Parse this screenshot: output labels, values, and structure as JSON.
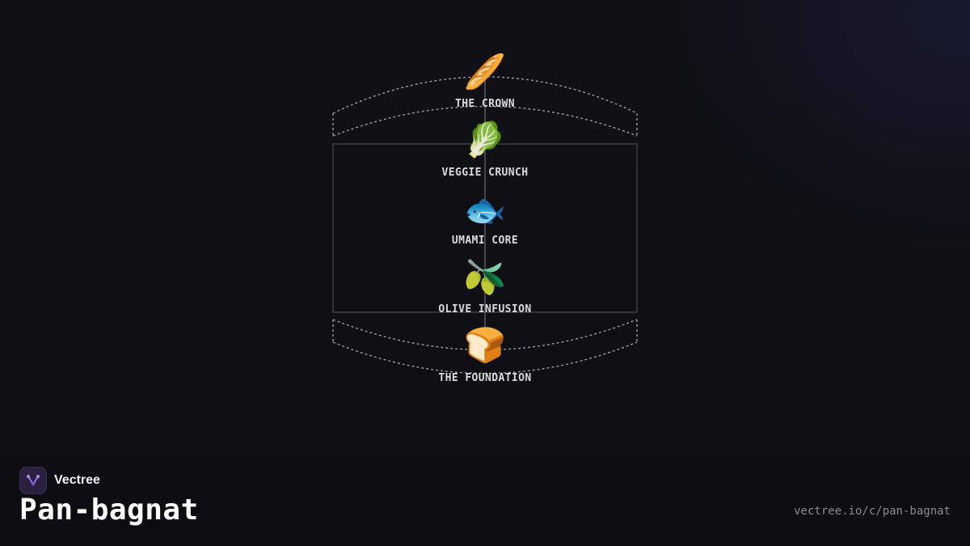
{
  "brand": {
    "name": "Vectree",
    "icon": "vectree-logo-icon",
    "accent": "#8b5cf6"
  },
  "title": "Pan-bagnat",
  "url": "vectree.io/c/pan-bagnat",
  "layers": [
    {
      "emoji": "🥖",
      "icon": "baguette-icon",
      "label": "THE CROWN"
    },
    {
      "emoji": "🥬",
      "icon": "leafy-green-icon",
      "label": "VEGGIE CRUNCH"
    },
    {
      "emoji": "🐟",
      "icon": "fish-icon",
      "label": "UMAMI CORE"
    },
    {
      "emoji": "🫒",
      "icon": "olive-icon",
      "label": "OLIVE INFUSION"
    },
    {
      "emoji": "🍞",
      "icon": "bread-icon",
      "label": "THE FOUNDATION"
    }
  ]
}
